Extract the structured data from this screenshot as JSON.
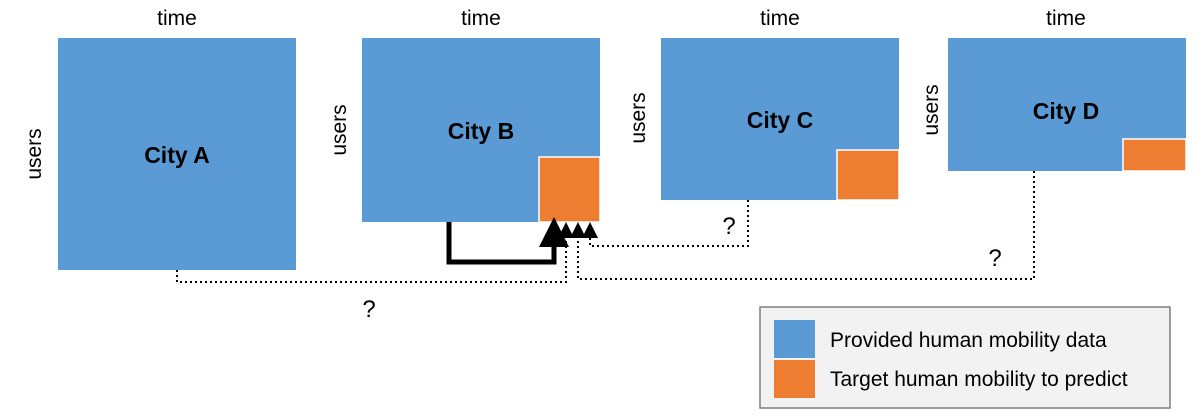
{
  "axis": {
    "x_label": "time",
    "y_label": "users"
  },
  "cities": [
    {
      "name": "City A",
      "has_target": false
    },
    {
      "name": "City B",
      "has_target": true
    },
    {
      "name": "City C",
      "has_target": true
    },
    {
      "name": "City D",
      "has_target": true
    }
  ],
  "question_marks": [
    "?",
    "?",
    "?"
  ],
  "legend": {
    "provided": "Provided human mobility data",
    "target": "Target human mobility to predict"
  },
  "colors": {
    "provided": "#5b9bd5",
    "target": "#ed7d31",
    "legend_bg": "#f2f2f2",
    "line": "#000000"
  }
}
